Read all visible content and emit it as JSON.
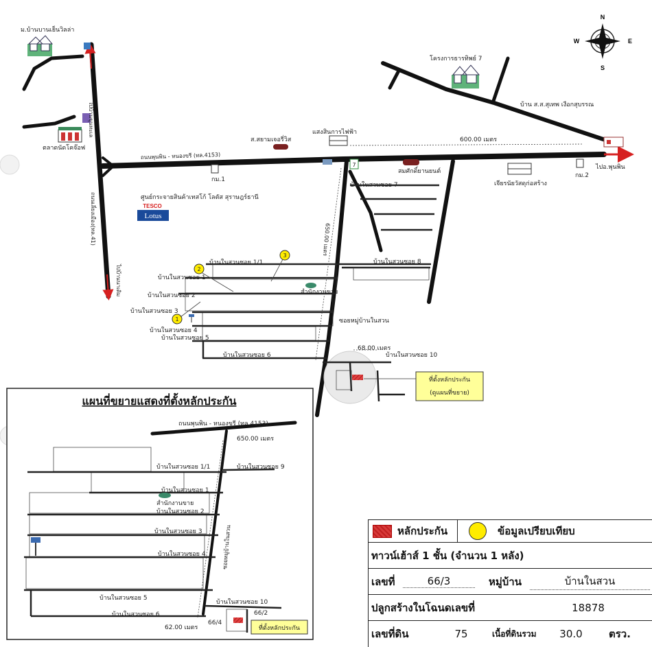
{
  "compass": {
    "north": "N",
    "south": "S",
    "east": "E",
    "west": "W"
  },
  "colors": {
    "road": "#111111",
    "arrow_red": "#d62020",
    "collateral": "#c02020",
    "compare": "#ffec00",
    "yellow_box": "#ffff99",
    "building_green": "#3a8a5a"
  },
  "icons": [
    "compass-rose-icon",
    "village-house-icon",
    "building-icon",
    "market-icon",
    "school-icon",
    "seven-eleven-icon",
    "car-icon",
    "water-tower-icon",
    "pond-icon",
    "red-arrow-icon"
  ],
  "places": {
    "village_top_left": "ม.บ้านบานเย็นวิลล่า",
    "project_7": "โครงการธารทิพย์ 7",
    "house_top_right": "บ้าน ส.ส.สุเทพ เงือกสุบรรณ",
    "market": "ตลาดนัดโคจ๊อฟ",
    "siam_motors": "ส.สยามเจอรี่วิส",
    "electric_store": "แสงสินการไฟฟ้า",
    "distance_600": "600.00 เมตร",
    "main_road": "ถนนพุนพิน - หนองขรี (ทล.4153)",
    "km1": "กม.1",
    "km2": "กม.2",
    "pha_punpin": "ไปอ.พุนพิน",
    "car_dealer": "สมศักดิ์ยานยนต์",
    "school": "เจียรนัยวัสดุก่อสร้าง",
    "tesco_center": "ศูนย์กระจายสินค้าเทสโก้ โลตัส สุราษฎร์ธานี",
    "tesco": "TESCO",
    "lotus": "Lotus",
    "side_road_up": "ไปบ้านขุนทะเล",
    "side_road_main": "ถนนเลี่ยงเมือง(ทล.41)",
    "side_road_down": "ไปบ้านนาเดิม",
    "soi_7": "บ้านในสวนซอย 7",
    "soi_8": "บ้านในสวนซอย 8",
    "distance_650": "650.00 เมตร",
    "soi_9_main": "บ้านในสวนซอย 1/1",
    "soi_1": "บ้านในสวนซอย 1",
    "soi_2": "บ้านในสวนซอย 2",
    "soi_3": "บ้านในสวนซอย 3",
    "soi_4": "บ้านในสวนซอย 4",
    "soi_5": "บ้านในสวนซอย 5",
    "soi_6": "บ้านในสวนซอย 6",
    "soi_10": "บ้านในสวนซอย 10",
    "sales_office": "สำนักงานขาย",
    "main_soi": "ซอยหมู่บ้านในสวน",
    "distance_68": "68.00 เมตร",
    "collateral_site": "ที่ตั้งหลักประกัน",
    "see_inset": "(ดูแผนที่ขยาย)",
    "comp_1": "1",
    "comp_2": "2",
    "comp_3": "3"
  },
  "inset": {
    "title": "แผนที่ขยายแสดงที่ตั้งหลักประกัน",
    "road": "ถนนพุนพิน - หนองขรี (ทล.4153)",
    "distance_650": "650.00 เมตร",
    "soi_11": "บ้านในสวนซอย 1/1",
    "soi_9": "บ้านในสวนซอย 9",
    "soi_1": "บ้านในสวนซอย 1",
    "sales_office": "สำนักงานขาย",
    "soi_2": "บ้านในสวนซอย 2",
    "soi_3": "บ้านในสวนซอย 3",
    "soi_4": "บ้านในสวนซอย 4",
    "main_soi": "ซอยหมู่บ้านในสวน",
    "soi_5": "บ้านในสวนซอย 5",
    "soi_10": "บ้านในสวนซอย 10",
    "soi_6": "บ้านในสวนซอย 6",
    "dist_62": "62.00 เมตร",
    "dist_664": "66/4",
    "dist_662": "66/2",
    "site": "ที่ตั้งหลักประกัน"
  },
  "legend": {
    "collateral": "หลักประกัน",
    "comparable": "ข้อมูลเปรียบเทียบ"
  },
  "property": {
    "type_line": "ทาวน์เฮ้าส์ 1 ชั้น (จำนวน 1 หลัง)",
    "no_label": "เลขที่",
    "no_value": "66/3",
    "village_label": "หมู่บ้าน",
    "village_value": "บ้านในสวน",
    "deed_label": "ปลูกสร้างในโฉนดเลขที่",
    "deed_value": "18878",
    "land_no_label": "เลขที่ดิน",
    "land_no_value": "75",
    "area_label": "เนื้อที่ดินรวม",
    "area_value": "30.0",
    "area_unit": "ตรว."
  }
}
